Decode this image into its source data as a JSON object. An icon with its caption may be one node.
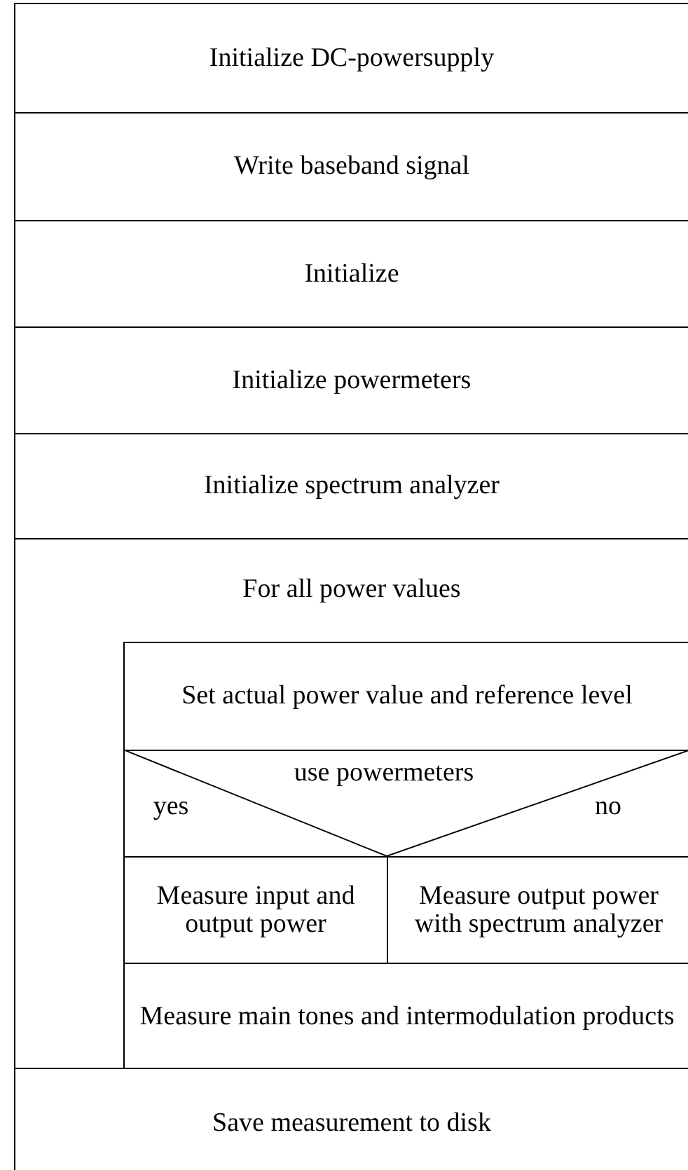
{
  "diagram": {
    "nodes": [
      {
        "text": [
          "Initialize DC-powersupply"
        ]
      },
      {
        "text": [
          "Write baseband signal"
        ]
      },
      {
        "text": [
          "Initialize"
        ]
      },
      {
        "text": [
          "Initialize powermeters"
        ]
      },
      {
        "text": [
          "Initialize spectrum analyzer"
        ]
      },
      {
        "text": [
          "For all power values"
        ]
      },
      {
        "text": [
          "Set actual power value and reference level"
        ],
        "in": 5
      },
      {
        "text": [
          "use powermeters",
          "yes",
          "no"
        ],
        "in": 5
      },
      {
        "text": [
          "Measure input and output power"
        ],
        "in": 5
      },
      {
        "text": [
          "Measure output power with spectrum analyzer"
        ],
        "in": 5
      },
      {
        "text": [
          "Measure main tones and intermodulation products"
        ],
        "in": 5
      },
      {
        "text": [
          "Save measurement to disk"
        ]
      }
    ]
  }
}
